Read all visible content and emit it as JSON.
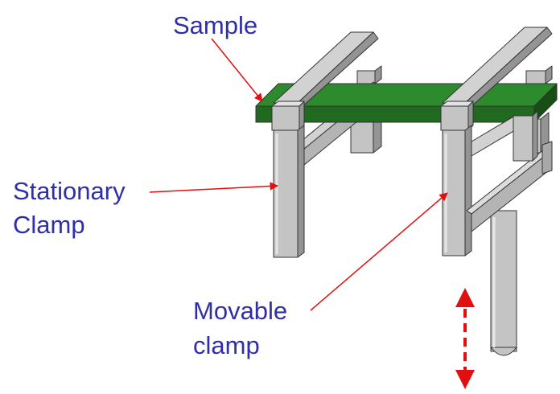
{
  "labels": {
    "sample": "Sample",
    "stationary_line1": "Stationary",
    "stationary_line2": "Clamp",
    "movable_line1": "Movable",
    "movable_line2": "clamp"
  },
  "colors": {
    "label_text": "#2f2fa8",
    "pointer_arrow": "#e01010",
    "sample_top": "#2d8a2d",
    "sample_front": "#1f6a1f",
    "clamp_light": "#d2d2d2",
    "clamp_mid": "#b4b4b4",
    "clamp_dark": "#949494"
  },
  "icons": {
    "motion_indicator": "vertical-double-headed-dashed-arrow-icon"
  }
}
